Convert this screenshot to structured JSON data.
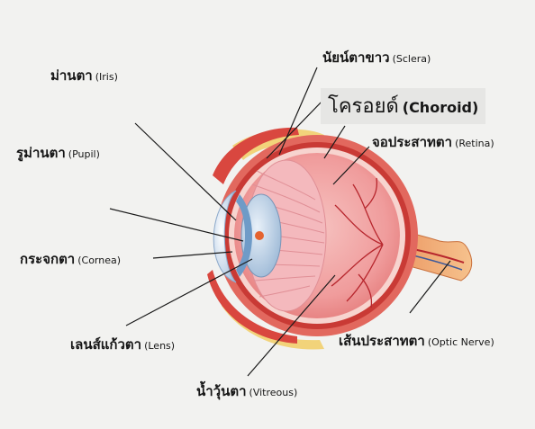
{
  "labels": {
    "sclera": {
      "thai": "นัยน์ตาขาว",
      "english": "(Sclera)"
    },
    "iris": {
      "thai": "ม่านตา",
      "english": "(Iris)"
    },
    "choroid": {
      "thai": "โครอยด์",
      "english": "(Choroid)"
    },
    "retina": {
      "thai": "จอประสาทตา",
      "english": "(Retina)"
    },
    "pupil": {
      "thai": "รูม่านตา",
      "english": "(Pupil)"
    },
    "cornea": {
      "thai": "กระจกตา",
      "english": "(Cornea)"
    },
    "lens": {
      "thai": "เลนส์แก้วตา",
      "english": "(Lens)"
    },
    "optic_nerve": {
      "thai": "เส้นประสาทตา",
      "english": "(Optic Nerve)"
    },
    "vitreous": {
      "thai": "น้ำวุ้นตา",
      "english": "(Vitreous)"
    }
  },
  "colors": {
    "background": "#f2f2f0",
    "sclera_outer": "#e2685e",
    "choroid_band": "#d8453f",
    "retina_fill": "#f3aaa8",
    "vessel": "#b7262d",
    "optic_nerve": "#f0b27a",
    "iris_blue": "#7aa5cf",
    "cornea": "#dfe9f4",
    "ciliary": "#f4b9bd",
    "fat": "#f2d37a",
    "leader_line": "#1a1a1a"
  }
}
